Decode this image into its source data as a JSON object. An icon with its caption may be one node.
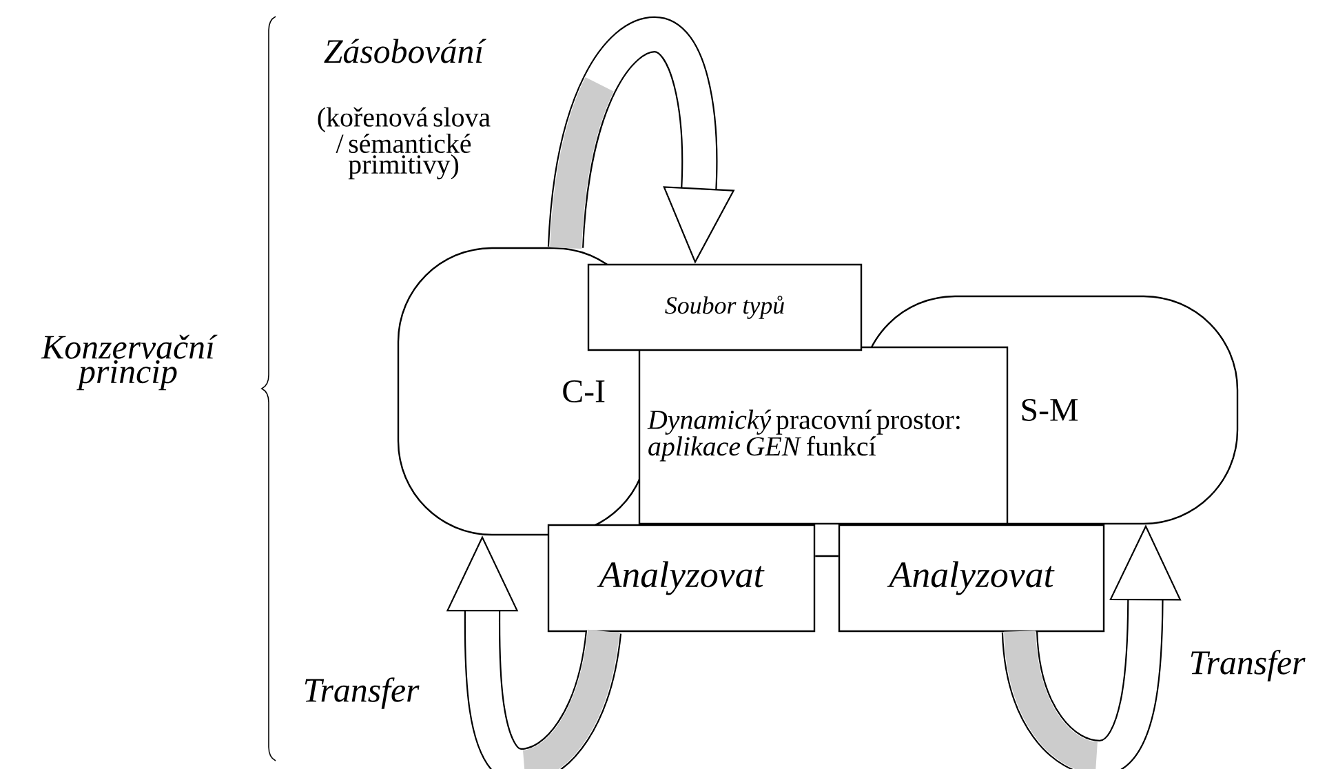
{
  "diagram": {
    "nodes": [
      {
        "text": [
          "C-I"
        ]
      },
      {
        "text": [
          "S-M"
        ]
      },
      {
        "text": [
          "Soubor typů"
        ]
      },
      {
        "text": [
          "*Dynamický* pracovní prostor: *aplikace GEN* funkcí"
        ]
      },
      {
        "text": [
          "Analyzovat"
        ]
      },
      {
        "text": [
          "Analyzovat"
        ]
      }
    ],
    "edges": [
      {
        "from": 0,
        "to": 2,
        "arrow": "to"
      },
      {
        "from": 4,
        "to": 0,
        "arrow": "to"
      },
      {
        "from": 5,
        "to": 1,
        "arrow": "to"
      },
      {
        "from": 4,
        "to": 5,
        "arrow": "none",
        "color": "#000000"
      }
    ],
    "labels": [
      "Zásobování",
      "(kořenová slova / sémantické primitivy)",
      "Konzervační princip",
      "Transfer",
      "Transfer"
    ]
  }
}
